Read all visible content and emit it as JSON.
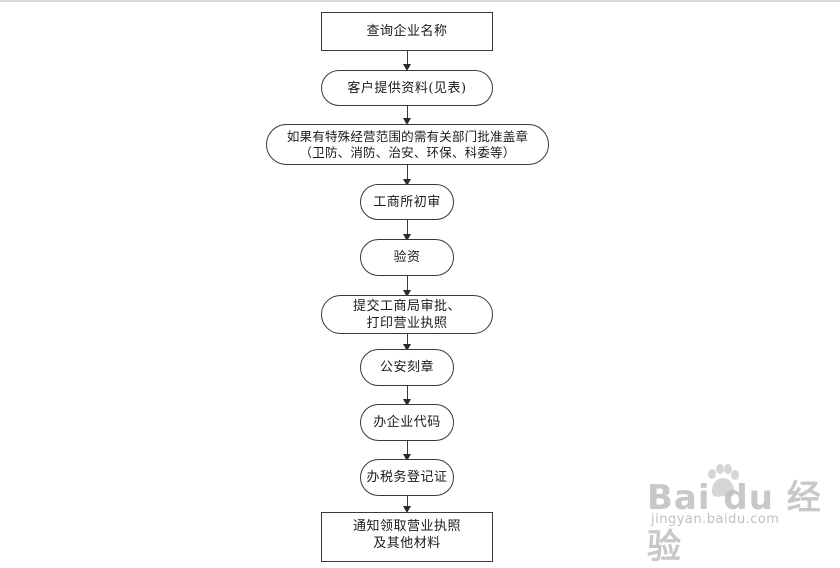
{
  "flowchart": {
    "steps": [
      {
        "id": "s1",
        "shape": "rect",
        "lines": [
          "查询企业名称"
        ]
      },
      {
        "id": "s2",
        "shape": "pill",
        "lines": [
          "客户提供资料(见表)"
        ]
      },
      {
        "id": "s3",
        "shape": "pill",
        "lines": [
          "如果有特殊经营范围的需有关部门批准盖章",
          "（卫防、消防、治安、环保、科委等）"
        ]
      },
      {
        "id": "s4",
        "shape": "pill",
        "lines": [
          "工商所初审"
        ]
      },
      {
        "id": "s5",
        "shape": "pill",
        "lines": [
          "验资"
        ]
      },
      {
        "id": "s6",
        "shape": "pill",
        "lines": [
          "提交工商局审批、",
          "打印营业执照"
        ]
      },
      {
        "id": "s7",
        "shape": "pill",
        "lines": [
          "公安刻章"
        ]
      },
      {
        "id": "s8",
        "shape": "pill",
        "lines": [
          "办企业代码"
        ]
      },
      {
        "id": "s9",
        "shape": "pill",
        "lines": [
          "办税务登记证"
        ]
      },
      {
        "id": "s10",
        "shape": "rect",
        "lines": [
          "通知领取营业执照",
          "及其他材料"
        ]
      }
    ]
  },
  "watermark": {
    "logo": "Bai du 经验",
    "url": "jingyan.baidu.com"
  },
  "colors": {
    "stroke": "#3a3a3a",
    "background": "#ffffff",
    "watermark": "#c9c9c9"
  }
}
